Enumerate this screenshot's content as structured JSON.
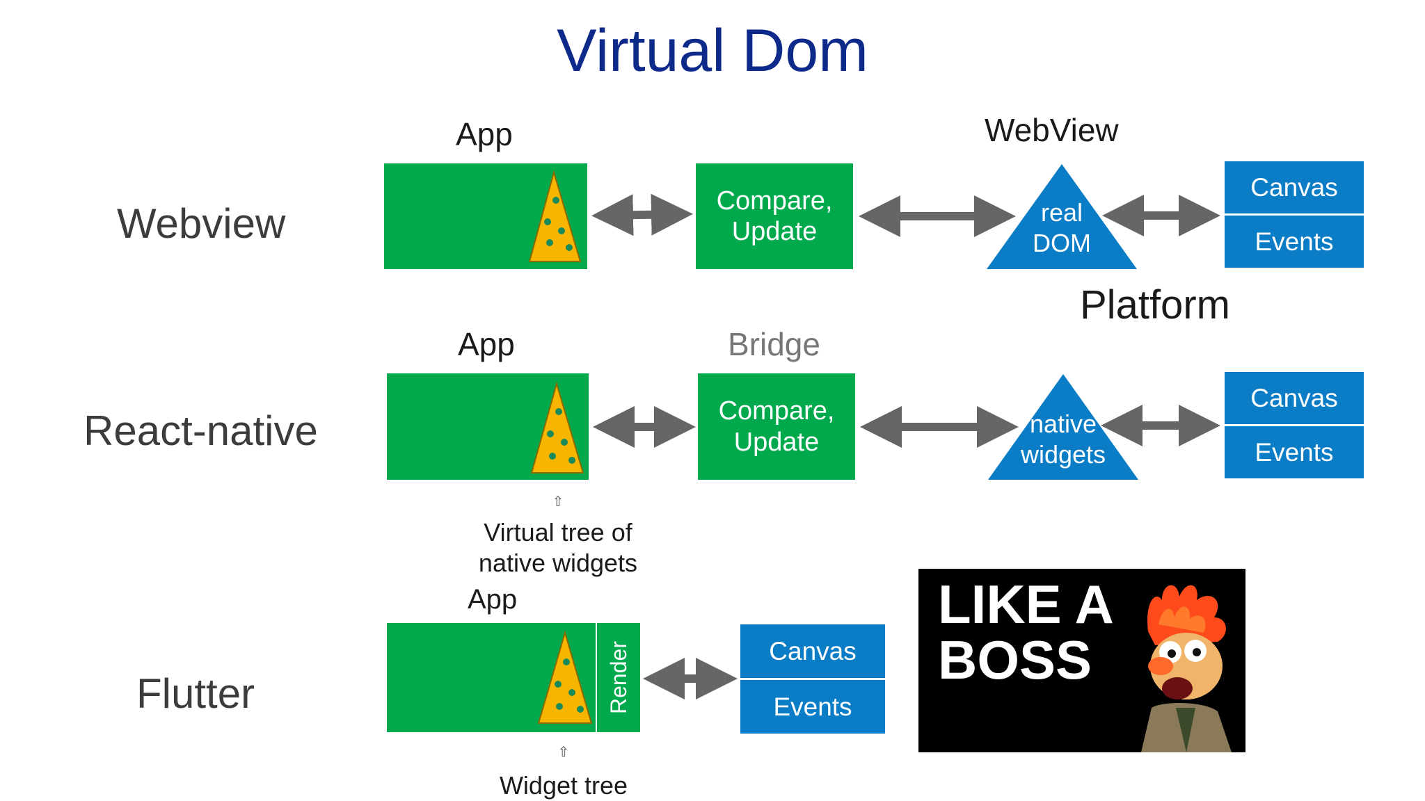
{
  "title": "Virtual Dom",
  "rows": {
    "webview": {
      "label": "Webview",
      "app_label": "App",
      "compare_line1": "Compare,",
      "compare_line2": "Update",
      "webview_label": "WebView",
      "triangle_line1": "real",
      "triangle_line2": "DOM",
      "canvas": "Canvas",
      "events": "Events"
    },
    "platform_label": "Platform",
    "react_native": {
      "label": "React-native",
      "app_label": "App",
      "bridge_label": "Bridge",
      "compare_line1": "Compare,",
      "compare_line2": "Update",
      "triangle_line1": "native",
      "triangle_line2": "widgets",
      "canvas": "Canvas",
      "events": "Events",
      "virtual_tree_line1": "Virtual tree of",
      "virtual_tree_line2": "native widgets"
    },
    "flutter": {
      "label": "Flutter",
      "app_label": "App",
      "render_label": "Render",
      "canvas": "Canvas",
      "events": "Events",
      "widget_tree": "Widget tree"
    }
  },
  "meme": {
    "line1": "LIKE A",
    "line2": "BOSS"
  },
  "colors": {
    "title": "#0d2a8a",
    "green": "#00aa4c",
    "blue": "#0b7cc6",
    "tree": "#f7b500",
    "arrow": "#666666"
  },
  "icons": [
    "arrow-icon",
    "tree-icon",
    "up-arrow-icon",
    "muppet-icon"
  ]
}
